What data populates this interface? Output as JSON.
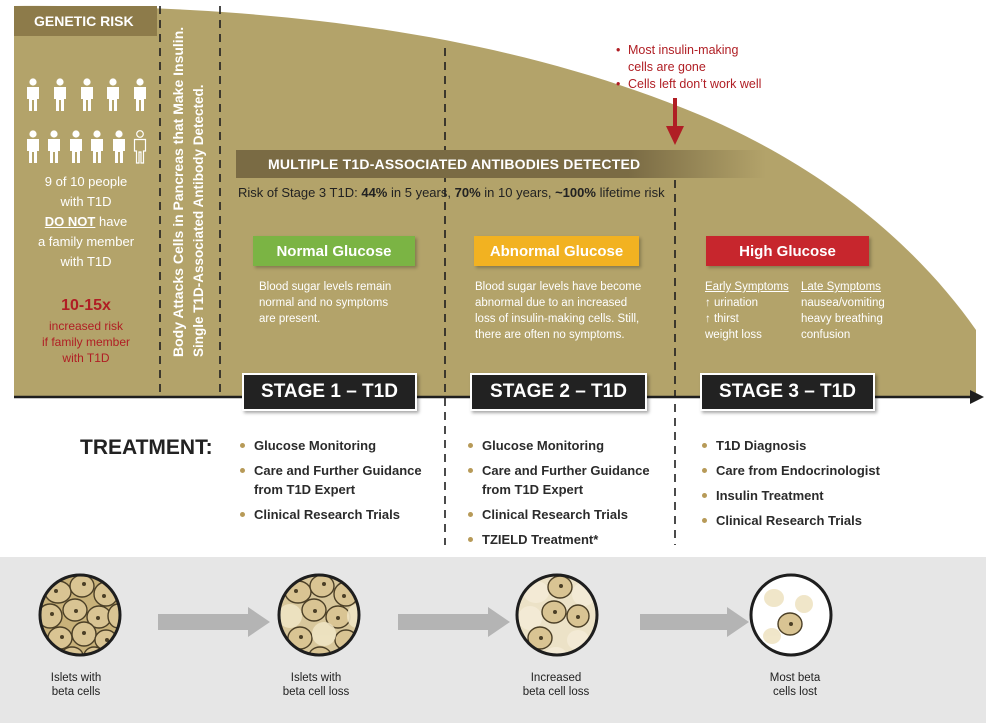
{
  "genetic_risk": {
    "header": "GENETIC RISK",
    "people_line1": "9 of 10 people",
    "people_line2": "with T1D",
    "people_line3": "DO NOT",
    "people_line3b": "have",
    "people_line4": "a family member",
    "people_line5": "with T1D",
    "risk_multiplier": "10-15x",
    "risk_line1": "increased risk",
    "risk_line2": "if family member",
    "risk_line3": "with T1D",
    "icons": [
      "person-icon",
      "person-outline-icon"
    ]
  },
  "vertical_text": {
    "line1": "Body Attacks Cells in Pancreas that Make Insulin.",
    "line2": "Single T1D-Associated Antibody Detected."
  },
  "callout": {
    "items": [
      "Most insulin-making",
      "cells are gone",
      "Cells left don’t work well"
    ]
  },
  "antibodies": {
    "banner": "MULTIPLE T1D-ASSOCIATED ANTIBODIES DETECTED",
    "risk_prefix": "Risk of Stage 3 T1D:",
    "risk_5": "44%",
    "risk_5_text": "in 5 years,",
    "risk_10": "70%",
    "risk_10_text": "in 10 years,",
    "risk_life": "~100%",
    "risk_life_text": "lifetime risk"
  },
  "glucose": {
    "normal": "Normal Glucose",
    "abnormal": "Abnormal Glucose",
    "high": "High Glucose",
    "normal_desc": [
      "Blood sugar levels remain",
      "normal and no symptoms",
      "are present."
    ],
    "abnormal_desc": [
      "Blood sugar levels have become",
      "abnormal due to an increased",
      "loss of insulin-making cells. Still,",
      "there are often no symptoms."
    ],
    "early_head": "Early Symptoms",
    "early": [
      "↑ urination",
      "↑ thirst",
      "weight loss"
    ],
    "late_head": "Late Symptoms",
    "late": [
      "nausea/vomiting",
      "heavy breathing",
      "confusion"
    ]
  },
  "stages": [
    "STAGE 1 – T1D",
    "STAGE 2 – T1D",
    "STAGE 3 – T1D"
  ],
  "treatment": {
    "label": "TREATMENT:",
    "stage1": [
      "Glucose Monitoring",
      "Care and Further Guidance from T1D Expert",
      "Clinical Research Trials"
    ],
    "stage2": [
      "Glucose Monitoring",
      "Care and Further Guidance from T1D Expert",
      "Clinical Research Trials",
      "TZIELD Treatment*"
    ],
    "stage3": [
      "T1D Diagnosis",
      "Care from Endocrinologist",
      "Insulin Treatment",
      "Clinical Research Trials"
    ]
  },
  "cells": {
    "labels": [
      [
        "Islets with",
        "beta cells"
      ],
      [
        "Islets with",
        "beta cell loss"
      ],
      [
        "Increased",
        "beta cell loss"
      ],
      [
        "Most beta",
        "cells lost"
      ]
    ]
  },
  "colors": {
    "gold": "#b3a36a",
    "dark_gold": "#8d7b4a",
    "red": "#b01e24",
    "green": "#7bb444",
    "yellow": "#f2b221",
    "high_red": "#c7262d",
    "stage_bg": "#222222"
  }
}
